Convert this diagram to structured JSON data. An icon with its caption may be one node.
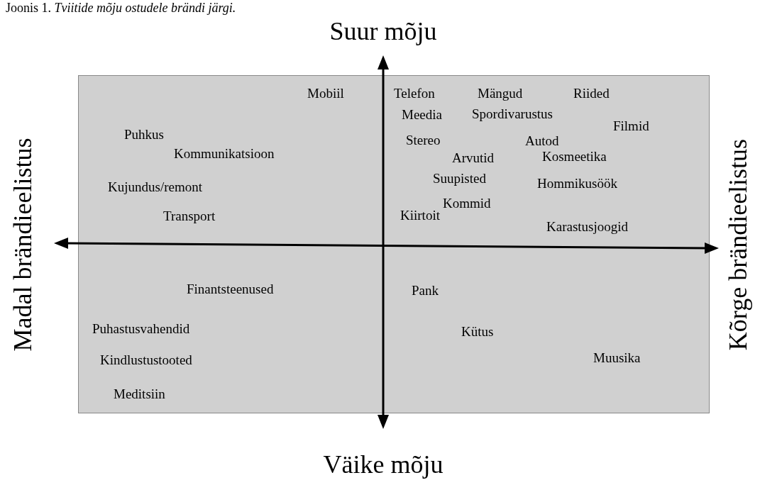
{
  "diagram": {
    "title": "Joonis 1. *Tviitide mõju ostudele brändi järgi.*",
    "labels": [
      "Suur mõju",
      "Mobiil",
      "Telefon",
      "Mängud",
      "Riided",
      "Meedia",
      "Spordivarustus",
      "Filmid",
      "Puhkus",
      "Stereo",
      "Autod",
      "Kommunikatsioon",
      "Arvutid",
      "Kosmeetika",
      "Suupisted",
      "Hommikusöök",
      "Kujundus/remont",
      "Kommid",
      "Kiirtoit",
      "Transport",
      "Karastusjoogid",
      "Madal brändieelistus",
      "Kõrge brändieelistus",
      "Finantsteenused",
      "Pank",
      "Puhastusvahendid",
      "Kütus",
      "Kindlustustooted",
      "Muusika",
      "Meditsiin",
      "Väike mõju"
    ]
  }
}
